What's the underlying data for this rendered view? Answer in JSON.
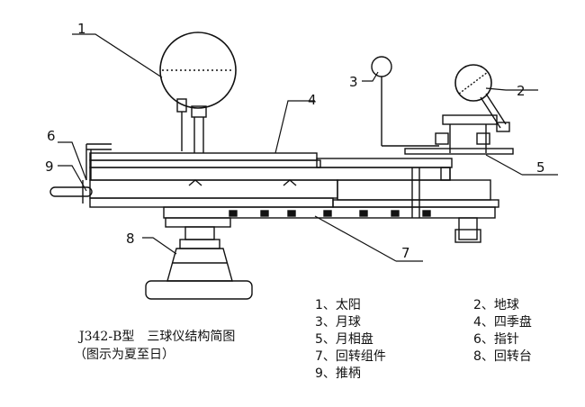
{
  "callouts": {
    "c1": "1",
    "c2": "2",
    "c3": "3",
    "c4": "4",
    "c5": "5",
    "c6": "6",
    "c7": "7",
    "c8": "8",
    "c9": "9"
  },
  "legend": {
    "col1": [
      "1、太阳",
      "3、月球",
      "5、月相盘",
      "7、回转组件",
      "9、推柄"
    ],
    "col2": [
      "2、地球",
      "4、四季盘",
      "6、指针",
      "8、回转台"
    ]
  },
  "caption": {
    "title": "J342-B型　三球仪结构简图",
    "subtitle": "（图示为夏至日）"
  },
  "colors": {
    "ink": "#111111",
    "paper": "#ffffff"
  }
}
